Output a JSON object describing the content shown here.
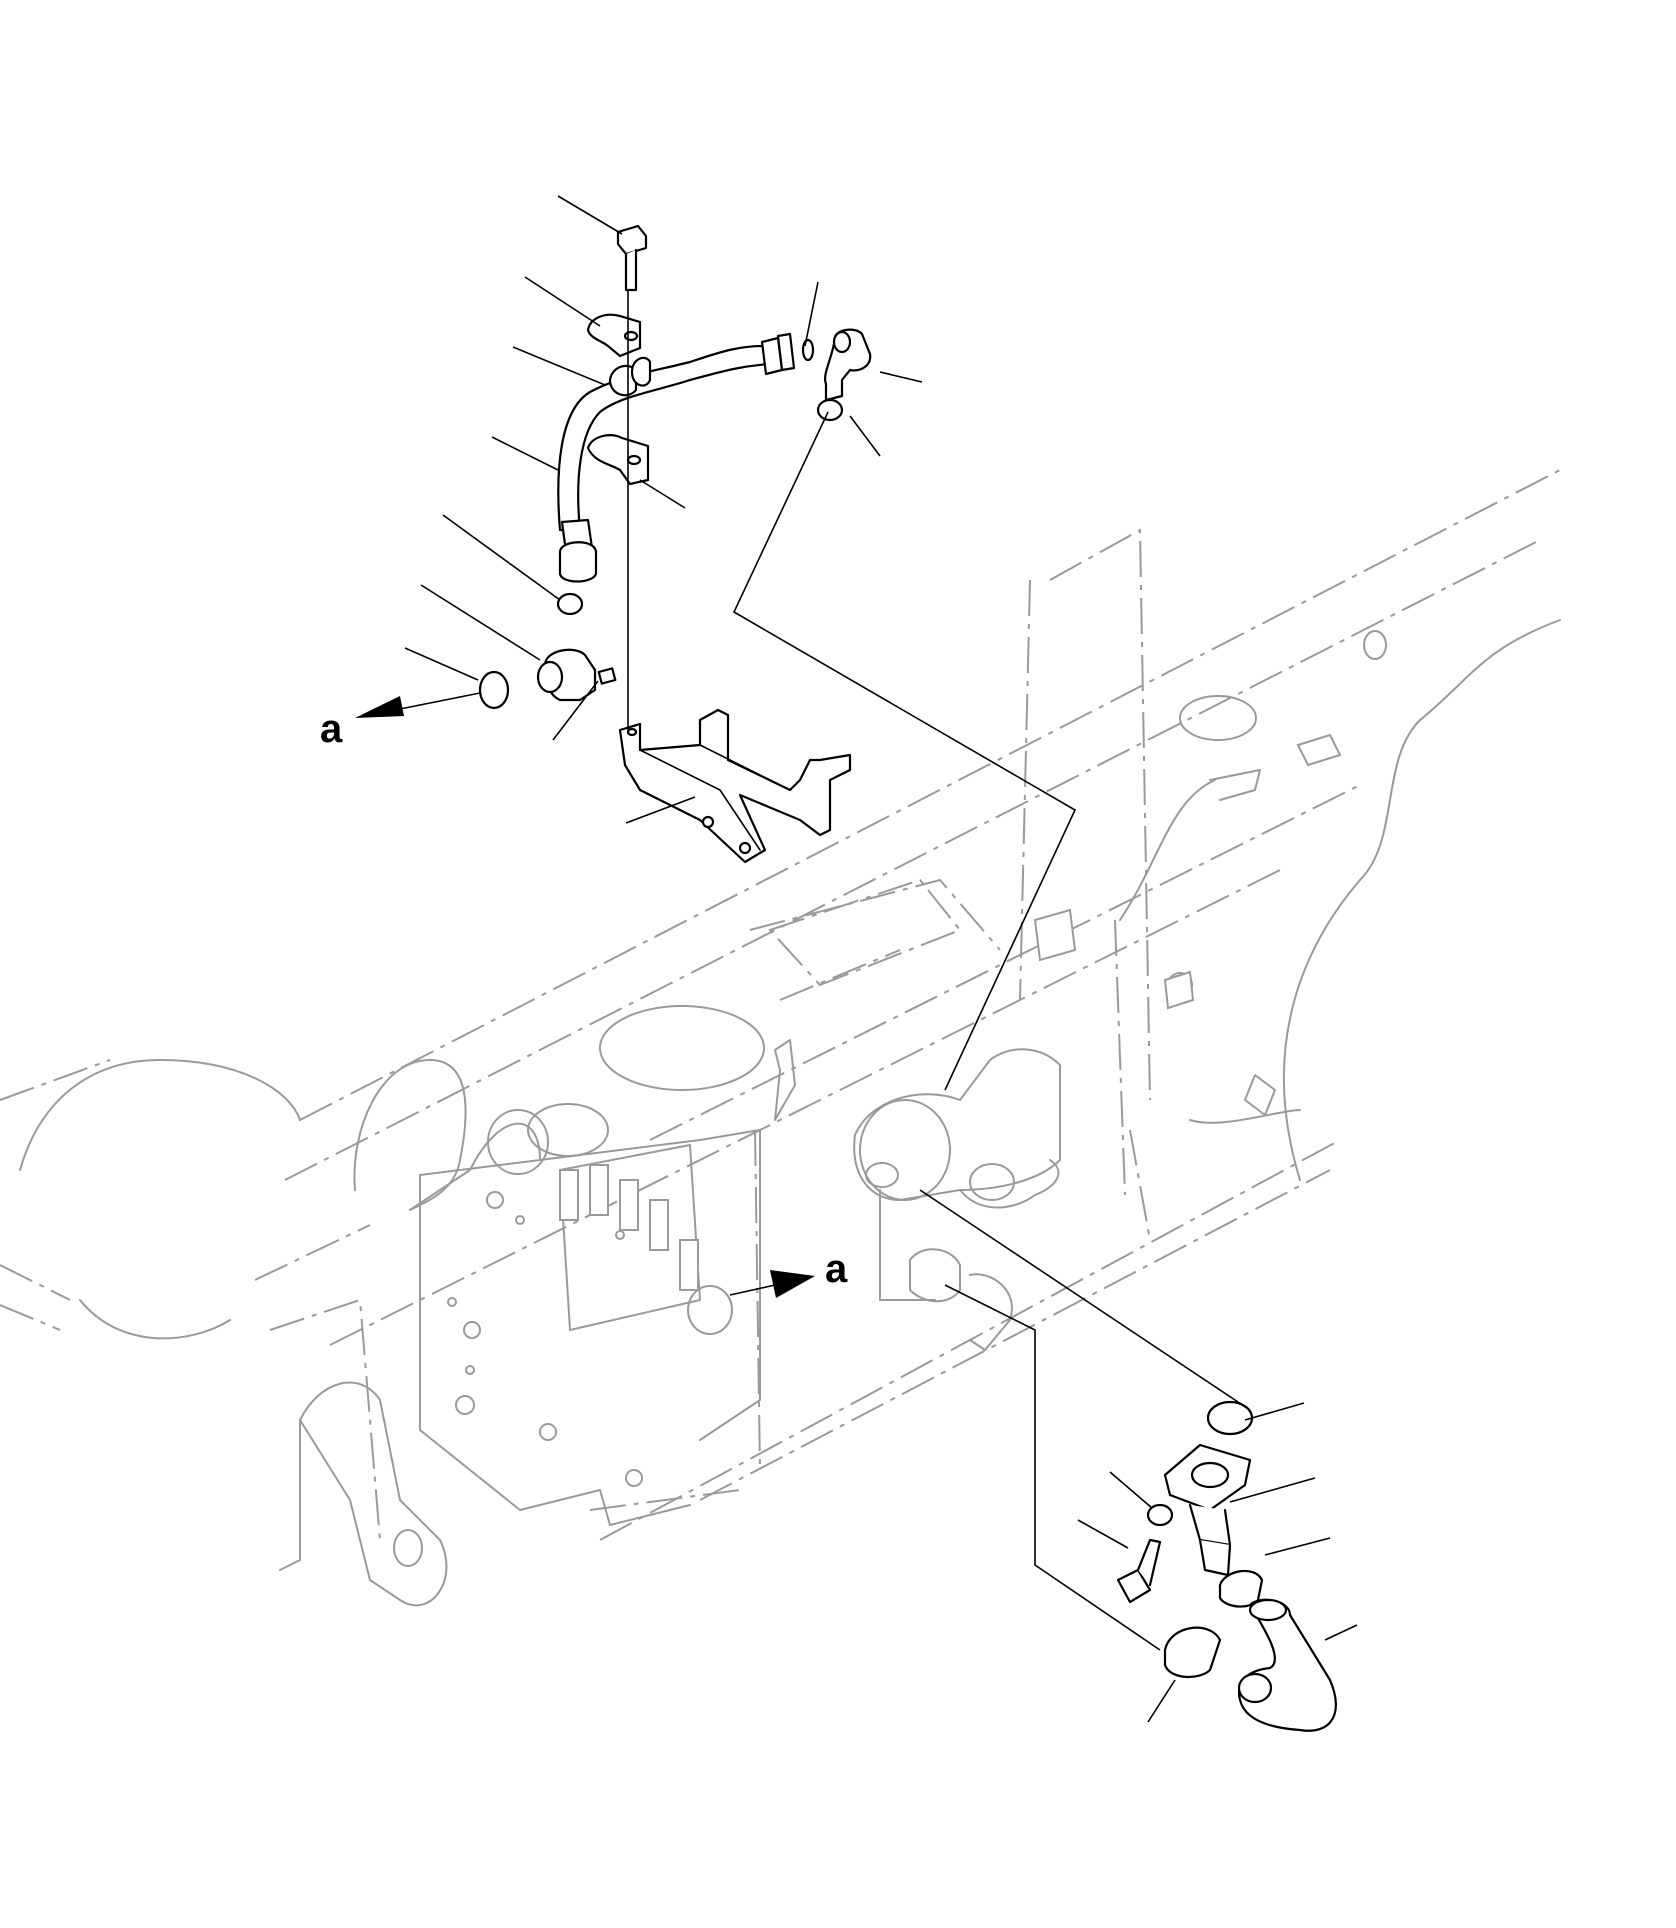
{
  "diagram": {
    "callouts": [
      {
        "id": "upper-left",
        "text": "a"
      },
      {
        "id": "lower-right",
        "text": "a"
      }
    ],
    "colors": {
      "part_stroke": "#000000",
      "background_assembly_stroke": "#9a9a9a",
      "background": "#ffffff"
    }
  }
}
